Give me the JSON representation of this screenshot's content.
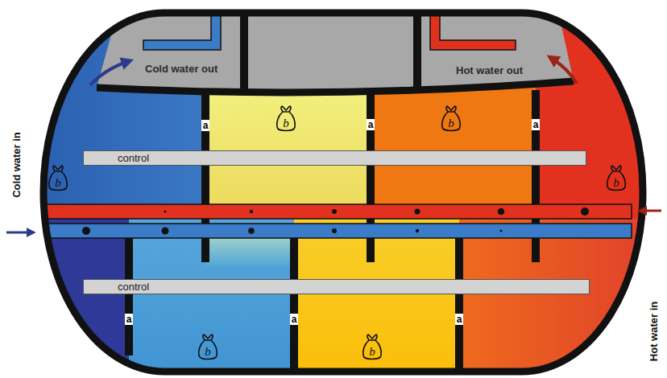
{
  "diagram": {
    "nodes": [
      {
        "text": [
          "b"
        ]
      },
      {
        "text": [
          "b"
        ]
      },
      {
        "text": [
          "control"
        ]
      },
      {
        "text": [
          "b"
        ]
      },
      {
        "text": [
          "b"
        ]
      },
      {
        "text": [
          "control"
        ]
      },
      {
        "text": [
          "b"
        ]
      },
      {
        "text": [
          "b"
        ]
      }
    ],
    "labels": [
      "Cold water out",
      "Hot water out",
      "Cold water in",
      "Hot water in",
      "a",
      "a",
      "a",
      "a",
      "a",
      "a"
    ]
  }
}
